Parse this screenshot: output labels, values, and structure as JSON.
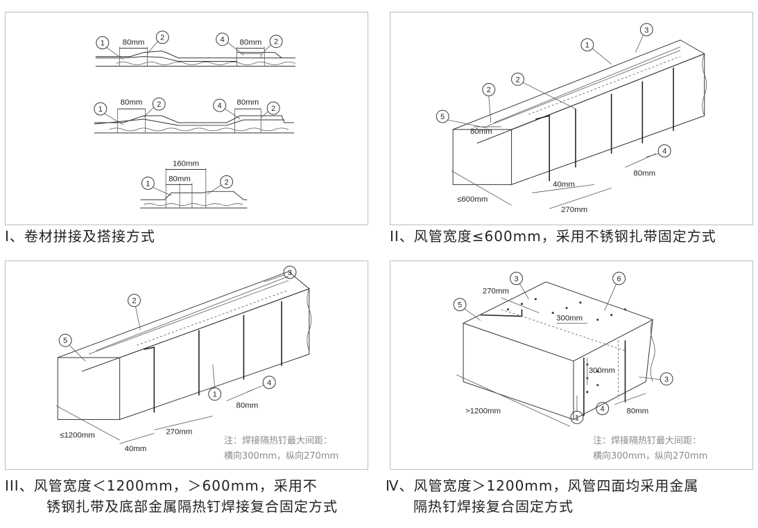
{
  "panels": [
    {
      "id": "I",
      "caption": "I、卷材拼接及搭接方式",
      "labels": {
        "d80a": "80mm",
        "d80b": "80mm",
        "d80c": "80mm",
        "d80d": "80mm",
        "d160": "160mm",
        "d80e": "80mm"
      }
    },
    {
      "id": "II",
      "caption": "II、风管宽度≤600mm，采用不锈钢扎带固定方式",
      "labels": {
        "d80": "80mm",
        "d40": "40mm",
        "d270": "270mm",
        "d80r": "80mm",
        "dw": "≤600mm"
      }
    },
    {
      "id": "III",
      "caption_line1": "III、风管宽度＜1200mm，＞600mm，采用不",
      "caption_line2": "锈钢扎带及底部金属隔热钉焊接复合固定方式",
      "labels": {
        "d80": "80mm",
        "d270": "270mm",
        "d40": "40mm",
        "dw": "≤1200mm"
      },
      "note_line1": "注：焊接隔热钉最大间距：",
      "note_line2": "横向300mm，纵向270mm"
    },
    {
      "id": "IV",
      "caption_line1": "Ⅳ、风管宽度＞1200mm，风管四面均采用金属",
      "caption_line2": "隔热钉焊接复合固定方式",
      "labels": {
        "d270": "270mm",
        "d300a": "300mm",
        "d300b": "300mm",
        "d80": "80mm",
        "dw": ">1200mm"
      },
      "note_line1": "注：焊接隔热钉最大间距：",
      "note_line2": "横向300mm，纵向270mm"
    }
  ],
  "callouts": [
    "1",
    "2",
    "3",
    "4",
    "5",
    "6"
  ]
}
